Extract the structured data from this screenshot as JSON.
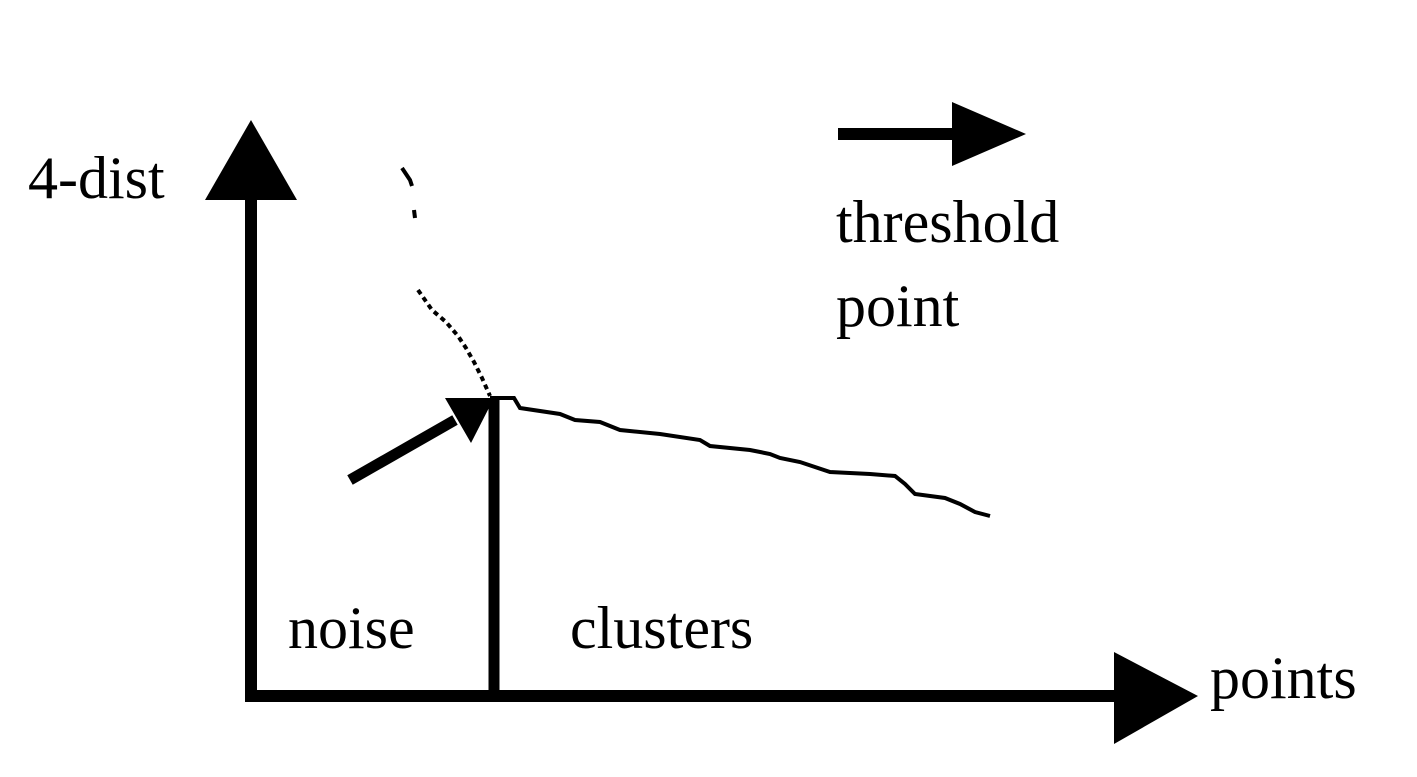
{
  "labels": {
    "y_axis": "4-dist",
    "x_axis": "points",
    "legend_line1": "threshold",
    "legend_line2": "point",
    "noise": "noise",
    "clusters": "clusters"
  },
  "colors": {
    "ink": "#000000",
    "background": "#ffffff"
  }
}
